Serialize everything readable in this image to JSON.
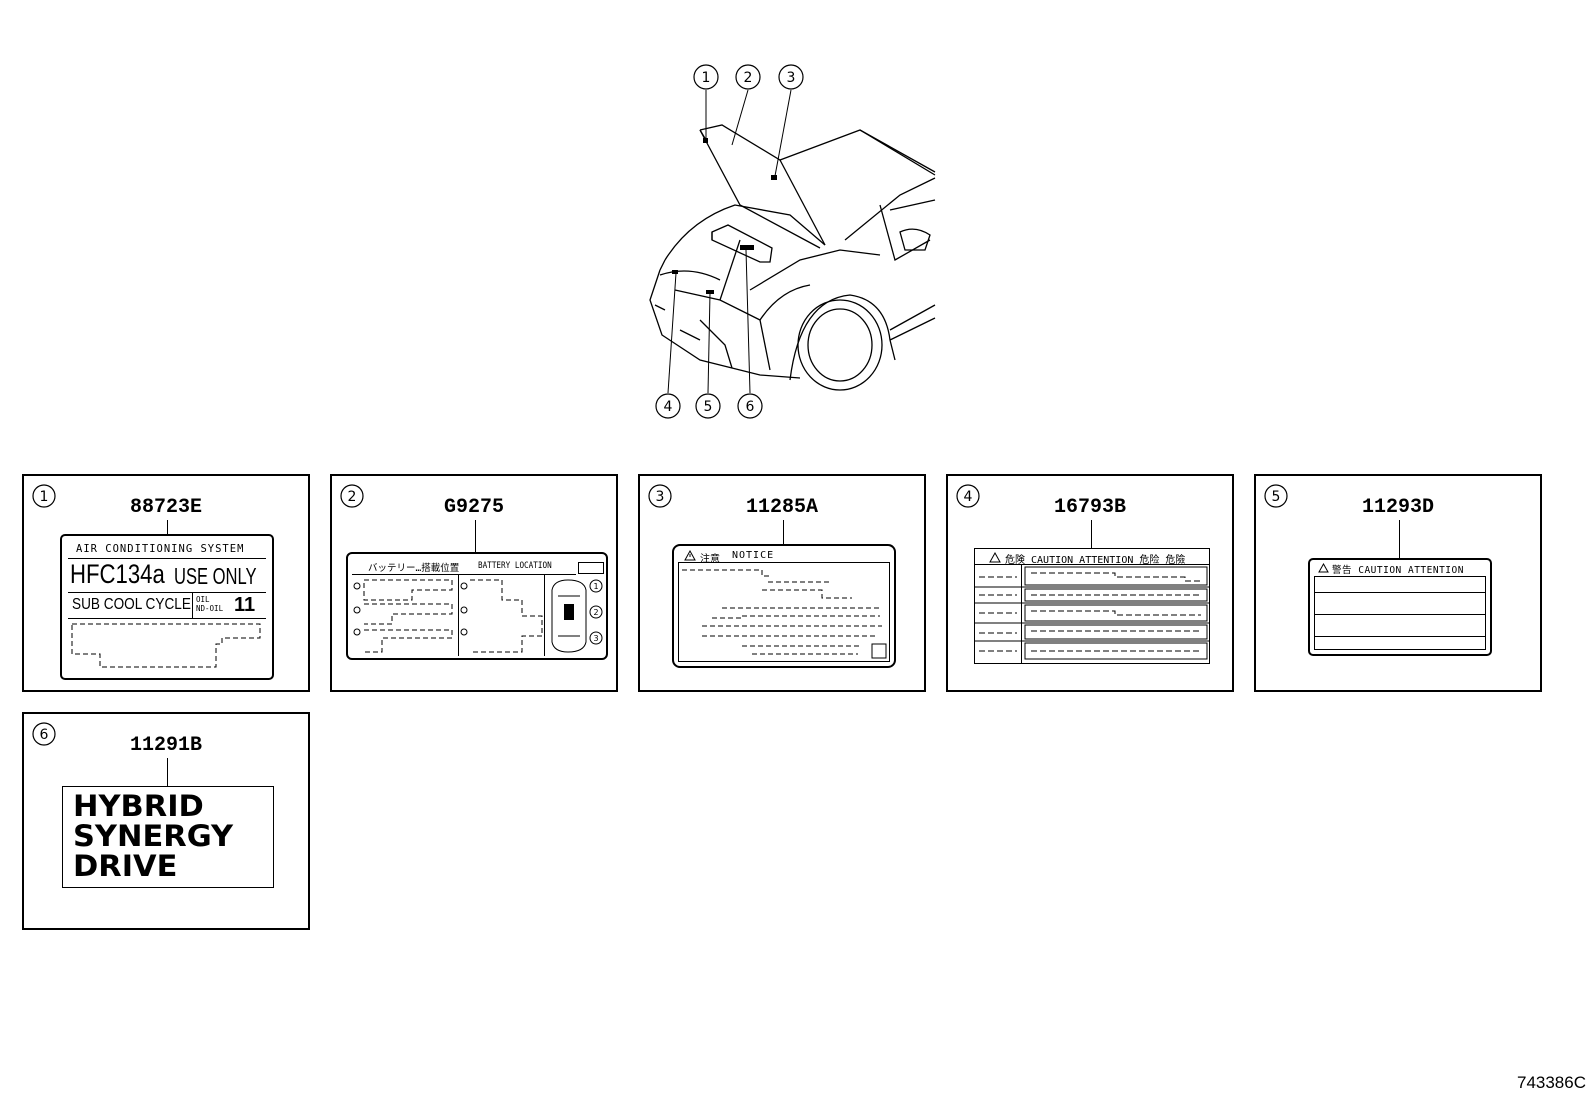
{
  "callouts": [
    "1",
    "2",
    "3",
    "4",
    "5",
    "6"
  ],
  "panels": [
    {
      "index": "1",
      "part_number": "88723E"
    },
    {
      "index": "2",
      "part_number": "G9275"
    },
    {
      "index": "3",
      "part_number": "11285A"
    },
    {
      "index": "4",
      "part_number": "16793B"
    },
    {
      "index": "5",
      "part_number": "11293D"
    },
    {
      "index": "6",
      "part_number": "11291B"
    }
  ],
  "labels": {
    "ac": {
      "system": "AIR CONDITIONING SYSTEM",
      "refrigerant": "HFC134a",
      "use_only": "USE ONLY",
      "cycle": "SUB COOL CYCLE",
      "oil": "OIL",
      "oil_type": "ND-OIL",
      "oil_num": "11"
    },
    "battery": {
      "jp": "バッテリー…搭載位置",
      "en": "BATTERY LOCATION",
      "pos": [
        "1",
        "2",
        "3"
      ]
    },
    "notice": {
      "jp": "注意",
      "en": "NOTICE"
    },
    "caution4": {
      "text": "危険 CAUTION ATTENTION 危险 危險"
    },
    "caution5": {
      "text": "警告 CAUTION ATTENTION"
    },
    "hybrid": {
      "lines": [
        "HYBRID",
        "SYNERGY",
        "DRIVE"
      ]
    }
  },
  "document_number": "743386C",
  "colors": {
    "line": "#000000",
    "background": "#ffffff"
  }
}
